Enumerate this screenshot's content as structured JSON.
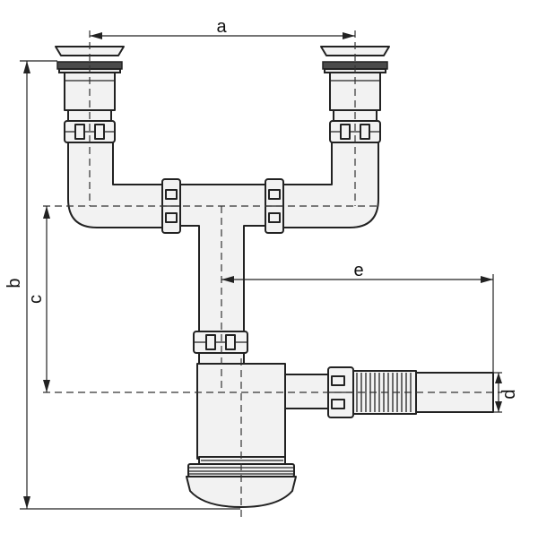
{
  "diagram": {
    "labels": {
      "a": "a",
      "b": "b",
      "c": "c",
      "d": "d",
      "e": "e"
    },
    "colors": {
      "stroke": "#222222",
      "fill": "#f2f2f2",
      "dark": "#4a4a4a"
    }
  }
}
